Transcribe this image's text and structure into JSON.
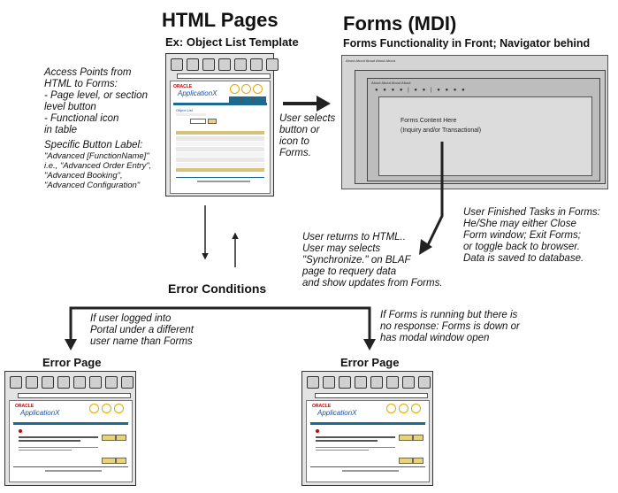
{
  "html_pages": {
    "title": "HTML Pages",
    "subtitle": "Ex: Object List Template"
  },
  "forms": {
    "title": "Forms (MDI)",
    "subtitle": "Forms Functionality in Front; Navigator behind"
  },
  "notes": {
    "access_points": [
      "Access Points from",
      "HTML to Forms:",
      "- Page level, or section",
      "level button",
      "- Functional icon",
      "in table"
    ],
    "button_label": [
      "Specific Button Label:",
      "\"Advanced [FunctionName]\"",
      "i.e., \"Advanced Order Entry\",",
      "\"Advanced Booking\",",
      "\"Advanced Configuration\""
    ],
    "user_selects": [
      "User selects",
      "button or",
      "icon to",
      "Forms."
    ],
    "user_finished": [
      "User Finished Tasks in Forms:",
      "He/She may either Close",
      "Form window; Exit Forms;",
      "or toggle back to browser.",
      "Data is saved to database."
    ],
    "user_returns": [
      "User returns to HTML..",
      "User may selects",
      "\"Synchronize.\" on BLAF",
      "page to requery data",
      "and show updates from Forms."
    ],
    "logged_into": [
      "If user logged into",
      "Portal under a different",
      "user name than Forms"
    ],
    "forms_running": [
      "If Forms is running but there is",
      "no response: Forms is down or",
      "has modal window open"
    ]
  },
  "error_conditions": "Error Conditions",
  "error_page_left": "Error Page",
  "error_page_right": "Error Page",
  "mock": {
    "oracle": "ORACLE",
    "app": "ApplicationX",
    "object_list": "Object List",
    "mdi_menu": "About  About  About  About  About",
    "inner_menu": "About  About  About  About",
    "content_line1": "Forms Content Here",
    "content_line2": "(Inquiry and/or Transactional)"
  }
}
